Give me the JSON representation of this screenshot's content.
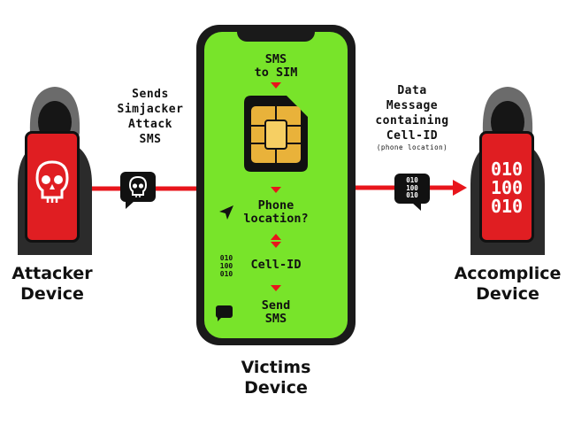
{
  "attacker": {
    "label_line1": "Attacker",
    "label_line2": "Device",
    "action_line1": "Sends",
    "action_line2": "Simjacker",
    "action_line3": "Attack",
    "action_line4": "SMS"
  },
  "victim": {
    "label_line1": "Victims",
    "label_line2": "Device",
    "step1_line1": "SMS",
    "step1_line2": "to SIM",
    "step2_line1": "Phone",
    "step2_line2": "location?",
    "step3": "Cell-ID",
    "step4_line1": "Send",
    "step4_line2": "SMS",
    "binary": [
      "010",
      "100",
      "010"
    ]
  },
  "accomplice": {
    "label_line1": "Accomplice",
    "label_line2": "Device",
    "message_line1": "Data",
    "message_line2": "Message",
    "message_line3": "containing",
    "message_line4": "Cell-ID",
    "message_note": "(phone location)",
    "binary": [
      "010",
      "100",
      "010"
    ]
  },
  "colors": {
    "red": "#e01e22",
    "green": "#78e42a",
    "black": "#111111",
    "sim_gold": "#e9b23a"
  }
}
